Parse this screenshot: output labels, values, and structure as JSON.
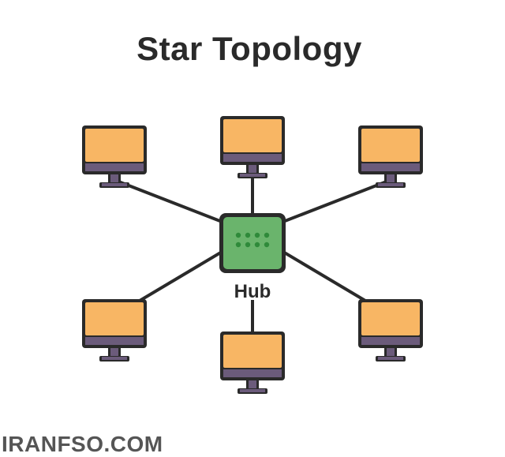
{
  "diagram": {
    "title": "Star Topology",
    "hub": {
      "label": "Hub",
      "color": "#6ab46c",
      "led_color": "#2f8a3a",
      "led_icon": "led-dots-icon"
    },
    "nodes": [
      {
        "id": "top-left",
        "icon": "computer-monitor-icon"
      },
      {
        "id": "top-center",
        "icon": "computer-monitor-icon"
      },
      {
        "id": "top-right",
        "icon": "computer-monitor-icon"
      },
      {
        "id": "bottom-left",
        "icon": "computer-monitor-icon"
      },
      {
        "id": "bottom-center",
        "icon": "computer-monitor-icon"
      },
      {
        "id": "bottom-right",
        "icon": "computer-monitor-icon"
      }
    ],
    "colors": {
      "screen": "#f8b664",
      "bezel": "#2a2a2a",
      "stand": "#6b5b7b",
      "link": "#2a2a2a"
    }
  },
  "watermark": "IRANFSO.COM"
}
